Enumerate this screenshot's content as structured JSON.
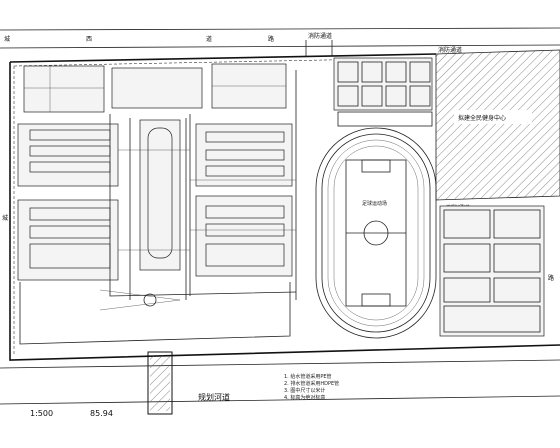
{
  "labels": {
    "top_road_a": "城",
    "top_road_b": "西",
    "top_road_c": "道",
    "top_road_d": "路",
    "fire_lane_top": "消防通道",
    "fire_lane_right": "消防通道",
    "green_zone": "拟建全民健身中心",
    "planned_road": "规划河道",
    "scale": "1:500",
    "elevation": "85.94",
    "right_road": "路",
    "left_mark": "城",
    "field_label": "足球运动场",
    "note_1": "1. 给水管道采用PE管",
    "note_2": "2. 排水管道采用HDPE管",
    "note_3": "3. 图中尺寸以米计",
    "note_4": "4. 标高为绝对标高"
  }
}
